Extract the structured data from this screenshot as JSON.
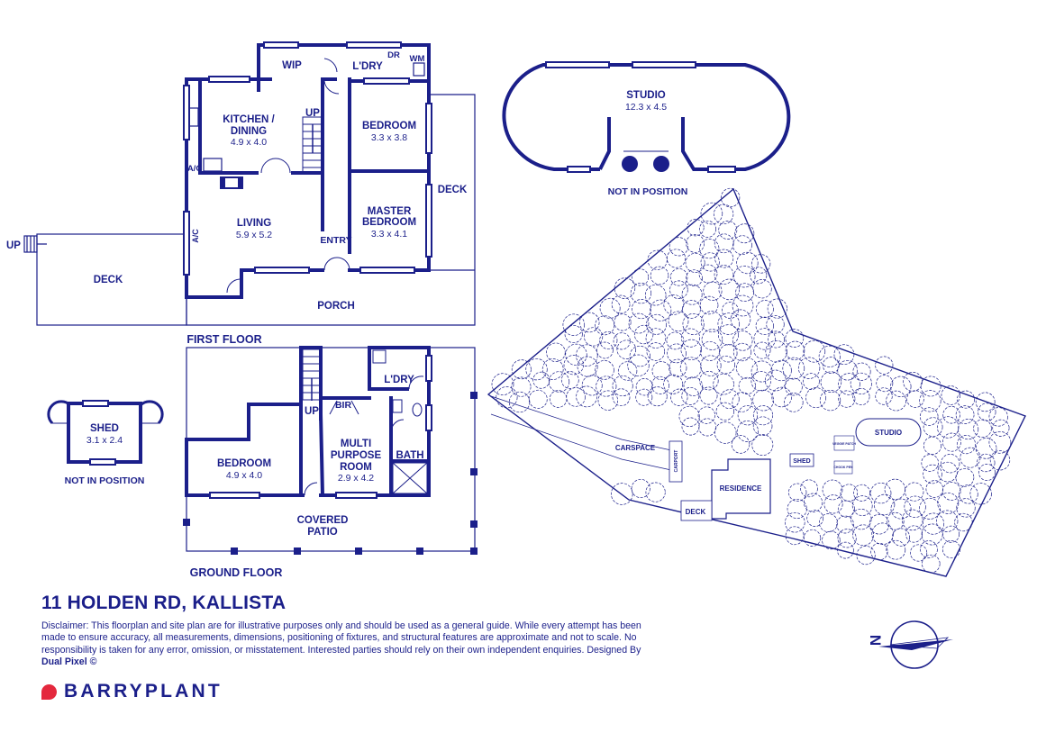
{
  "colors": {
    "ink": "#1b1f8a",
    "brand_red": "#e4283d",
    "background": "#ffffff"
  },
  "address": "11 HOLDEN RD, KALLISTA",
  "disclaimer_text": "Disclaimer: This floorplan and site plan are for illustrative purposes only and should be used as a general guide. While every attempt has been made to ensure accuracy, all measurements, dimensions, positioning of fixtures, and structural features are approximate and not to scale. No responsibility is taken for any error, omission, or misstatement. Interested parties should rely on their own independent enquiries. Designed By",
  "designer": "Dual Pixel ©",
  "brand": "BARRYPLANT",
  "first_floor": {
    "caption": "FIRST FLOOR",
    "wip": "WIP",
    "laundry": "L'DRY",
    "dr": "DR",
    "wm": "WM",
    "kitchen_name_1": "KITCHEN /",
    "kitchen_name_2": "DINING",
    "kitchen_dims": "4.9 x 4.0",
    "up": "UP",
    "bedroom_name": "BEDROOM",
    "bedroom_dims": "3.3 x 3.8",
    "ac_1": "A/C",
    "ac_2": "A/C",
    "living_name": "LIVING",
    "living_dims": "5.9 x 5.2",
    "master_name_1": "MASTER",
    "master_name_2": "BEDROOM",
    "master_dims": "3.3 x 4.1",
    "entry": "ENTRY",
    "deck_right": "DECK",
    "deck_left": "DECK",
    "up_left": "UP",
    "porch": "PORCH"
  },
  "ground_floor": {
    "caption": "GROUND FLOOR",
    "laundry": "L'DRY",
    "bir": "BIR",
    "up": "UP",
    "bedroom_name": "BEDROOM",
    "bedroom_dims": "4.9 x 4.0",
    "multi_1": "MULTI",
    "multi_2": "PURPOSE",
    "multi_3": "ROOM",
    "multi_dims": "2.9 x 4.2",
    "bath": "BATH",
    "patio_1": "COVERED",
    "patio_2": "PATIO"
  },
  "shed": {
    "name": "SHED",
    "dims": "3.1 x 2.4",
    "note": "NOT IN POSITION"
  },
  "studio": {
    "name": "STUDIO",
    "dims": "12.3 x 4.5",
    "note": "NOT IN POSITION"
  },
  "site_plan": {
    "carspace": "CARSPACE",
    "carport": "CARPORT",
    "residence": "RESIDENCE",
    "deck": "DECK",
    "shed": "SHED",
    "studio": "STUDIO",
    "veggie_patch": "VEGGIE PATCH",
    "chook_pen": "CHOOK PEN"
  },
  "compass": {
    "north_letter": "N",
    "icon": "compass-rose-icon"
  }
}
